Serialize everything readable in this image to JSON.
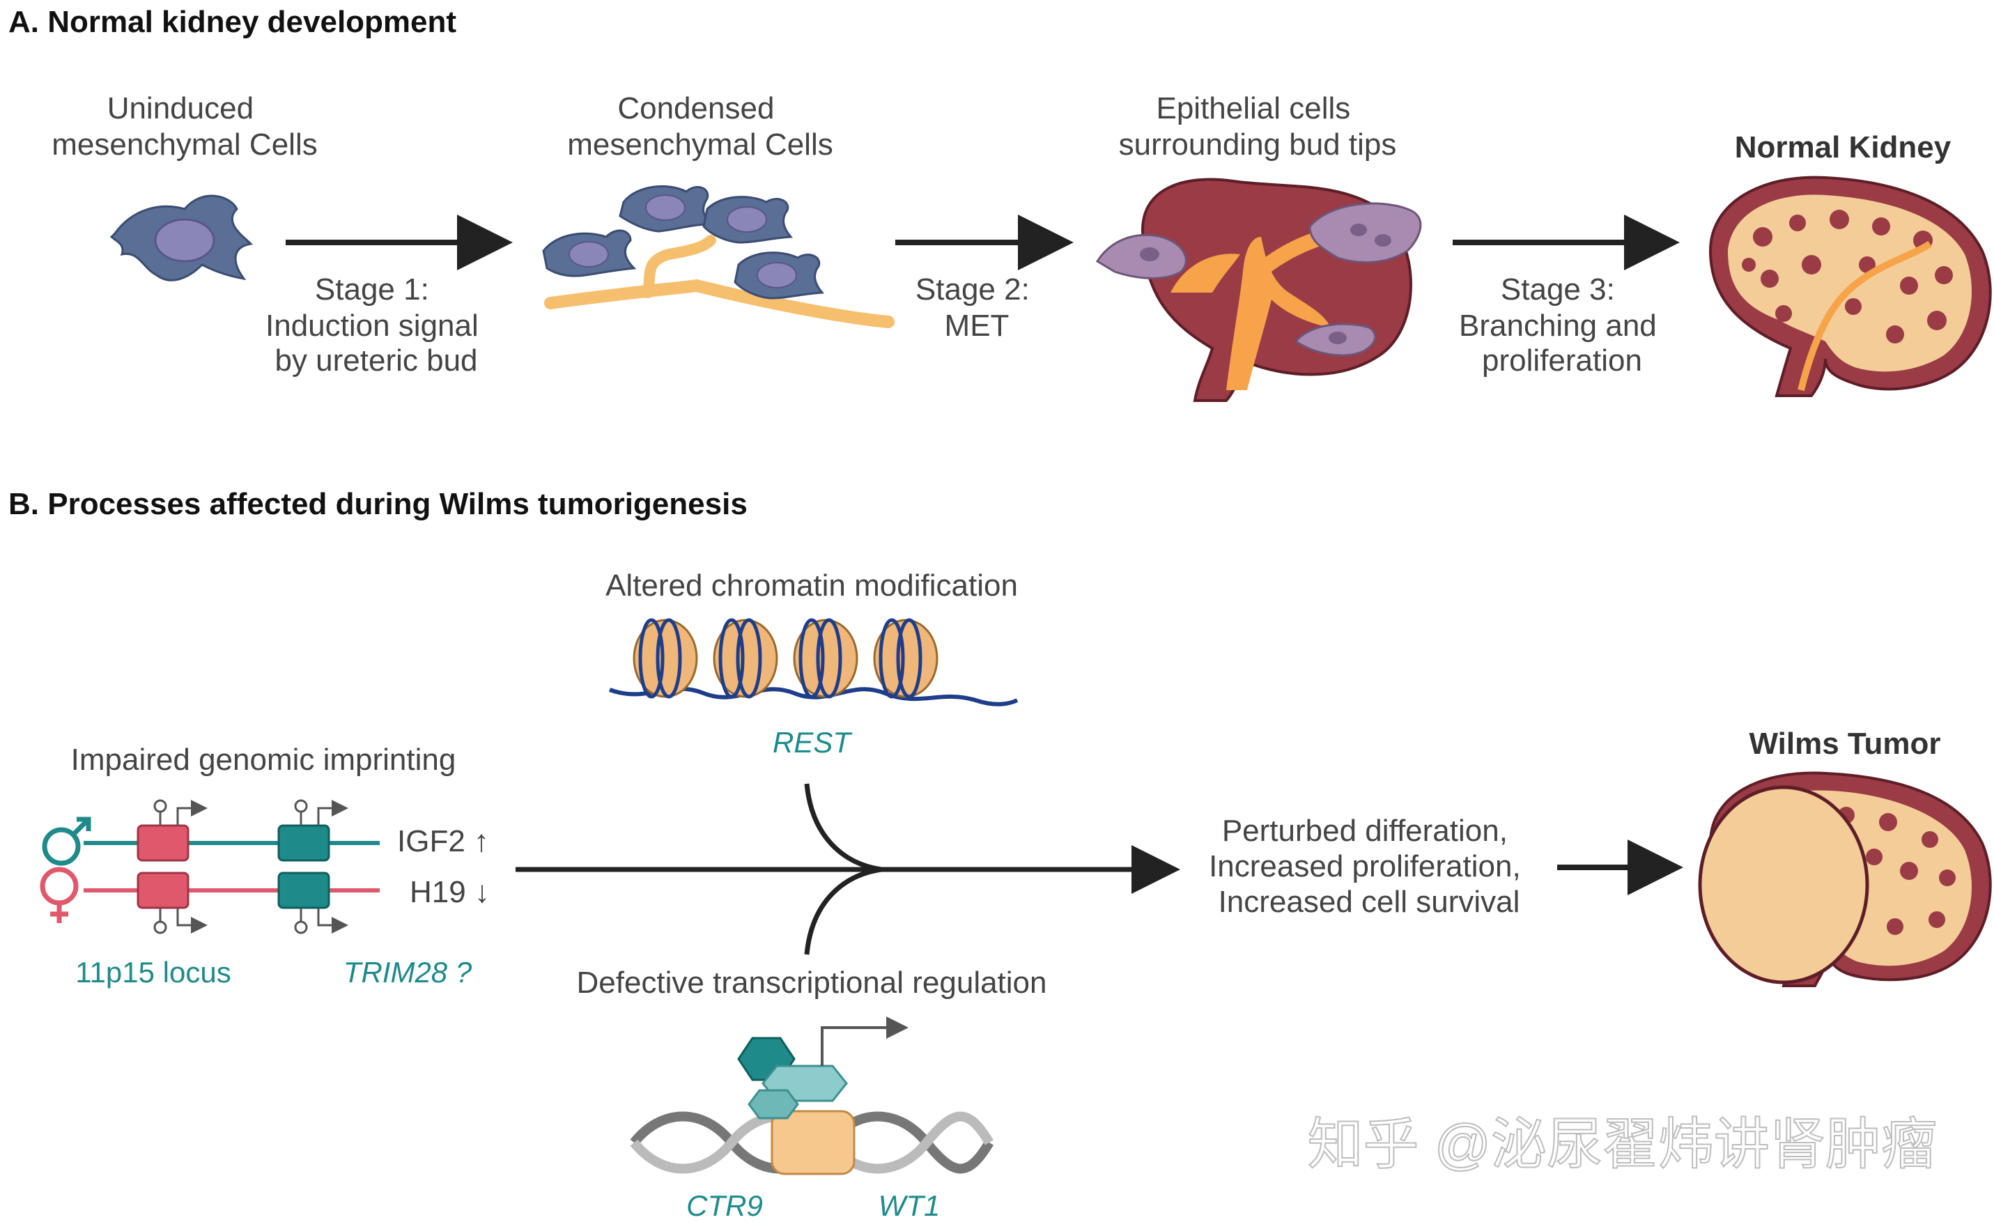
{
  "panel_a": {
    "title": "A. Normal kidney development",
    "uninduced": [
      "Uninduced",
      "mesenchymal Cells"
    ],
    "condensed": [
      "Condensed",
      "mesenchymal Cells"
    ],
    "epithelial": [
      "Epithelial cells",
      "surrounding bud tips"
    ],
    "normal_kidney": "Normal Kidney",
    "stage1": [
      "Stage 1:",
      "Induction signal",
      "by ureteric bud"
    ],
    "stage2": [
      "Stage 2:",
      "MET"
    ],
    "stage3": [
      "Stage 3:",
      "Branching and",
      "proliferation"
    ]
  },
  "panel_b": {
    "title": "B. Processes affected during Wilms tumorigenesis",
    "chromatin": "Altered chromatin modification",
    "rest": "REST",
    "imprinting": "Impaired genomic imprinting",
    "igf2": "IGF2 ↑",
    "h19": "H19 ↓",
    "locus": "11p15 locus",
    "trim28": "TRIM28 ?",
    "transcription": "Defective transcriptional regulation",
    "ctr9": "CTR9",
    "wt1": "WT1",
    "outcome": [
      "Perturbed differation,",
      "Increased proliferation,",
      "Increased cell survival"
    ],
    "wilms_tumor": "Wilms Tumor"
  },
  "watermark": "知乎 @泌尿翟炜讲肾肿瘤",
  "colors": {
    "cell_blue": "#5a6f96",
    "nucleus": "#8a86b8",
    "bud_orange": "#f6bf6e",
    "kidney_red": "#9a3b46",
    "kidney_dark": "#5e1e28",
    "epi_purple": "#a98bb1",
    "teal": "#1f8a8a",
    "pink": "#e0586b",
    "tumor": "#f3cc98"
  }
}
